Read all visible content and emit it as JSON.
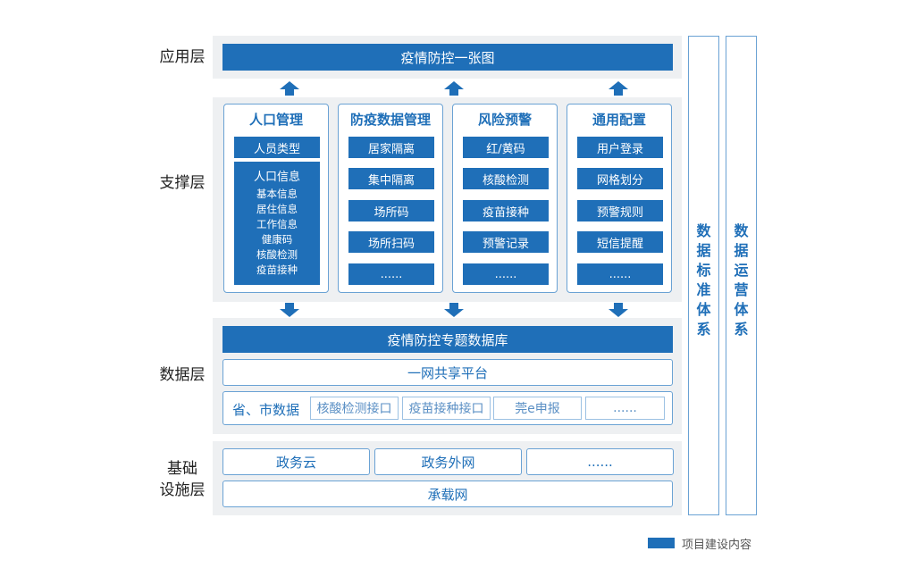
{
  "layers": {
    "app": "应用层",
    "support": "支撑层",
    "data": "数据层",
    "infra_line1": "基础",
    "infra_line2": "设施层"
  },
  "app_layer": {
    "main": "疫情防控一张图"
  },
  "support_layer": {
    "cards": [
      {
        "title": "人口管理",
        "items": [
          "人员类型"
        ],
        "info": {
          "title": "人口信息",
          "lines": [
            "基本信息",
            "居住信息",
            "工作信息",
            "健康码",
            "核酸检测",
            "疫苗接种"
          ]
        }
      },
      {
        "title": "防疫数据管理",
        "items": [
          "居家隔离",
          "集中隔离",
          "场所码",
          "场所扫码",
          "......"
        ]
      },
      {
        "title": "风险预警",
        "items": [
          "红/黄码",
          "核酸检测",
          "疫苗接种",
          "预警记录",
          "......"
        ]
      },
      {
        "title": "通用配置",
        "items": [
          "用户登录",
          "网格划分",
          "预警规则",
          "短信提醒",
          "......"
        ]
      }
    ]
  },
  "data_layer": {
    "db": "疫情防控专题数据库",
    "platform": "一网共享平台",
    "province_label": "省、市数据",
    "interfaces": [
      "核酸检测接口",
      "疫苗接种接口",
      "莞e申报",
      "......"
    ]
  },
  "infra_layer": {
    "row1": [
      "政务云",
      "政务外网",
      "......"
    ],
    "row2": "承载网"
  },
  "side": {
    "standard": [
      "数",
      "据",
      "标",
      "准",
      "体",
      "系"
    ],
    "operation": [
      "数",
      "据",
      "运",
      "营",
      "体",
      "系"
    ]
  },
  "legend": {
    "label": "项目建设内容",
    "color": "#1f6fb8"
  },
  "colors": {
    "primary": "#1f6fb8",
    "border": "#6aa2d4",
    "band": "#eef0f2"
  }
}
